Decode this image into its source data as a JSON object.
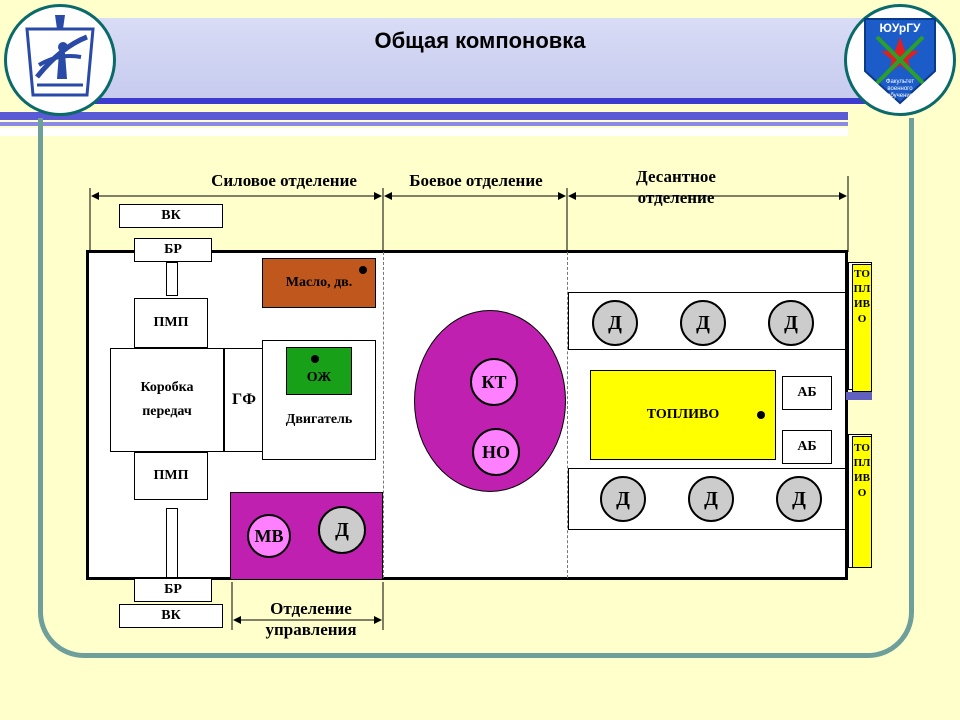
{
  "header": {
    "title": "Общая компоновка",
    "right_logo_top": "ЮУрГУ",
    "right_logo_bottom": "Факультет военного обучения"
  },
  "sections": {
    "power": "Силовое отделение",
    "combat": "Боевое отделение",
    "troop": "Десантное отделение",
    "control": "Отделение управления"
  },
  "labels": {
    "vk_top": "ВК",
    "br_top": "БР",
    "pmp_top": "ПМП",
    "gearbox": "Коробка передач",
    "gf": "ГФ",
    "engine": "Двигатель",
    "oil": "Масло, дв.",
    "ozh": "ОЖ",
    "pmp_bottom": "ПМП",
    "mv": "МВ",
    "d_driver": "Д",
    "br_bottom": "БР",
    "vk_bottom": "ВК",
    "kt": "КТ",
    "no": "НО",
    "fuel_center": "ТОПЛИВО",
    "ab1": "АБ",
    "ab2": "АБ",
    "fuel_side_top": "ТОПЛИВО",
    "fuel_side_bottom": "ТОПЛИВО",
    "d_troop": [
      "Д",
      "Д",
      "Д",
      "Д",
      "Д",
      "Д"
    ]
  },
  "colors": {
    "oil": "#c0581e",
    "ozh": "#18a018",
    "magenta": "#c020b0",
    "pink": "#ff80ff",
    "yellow": "#ffff00",
    "seat": "#cccccc"
  }
}
